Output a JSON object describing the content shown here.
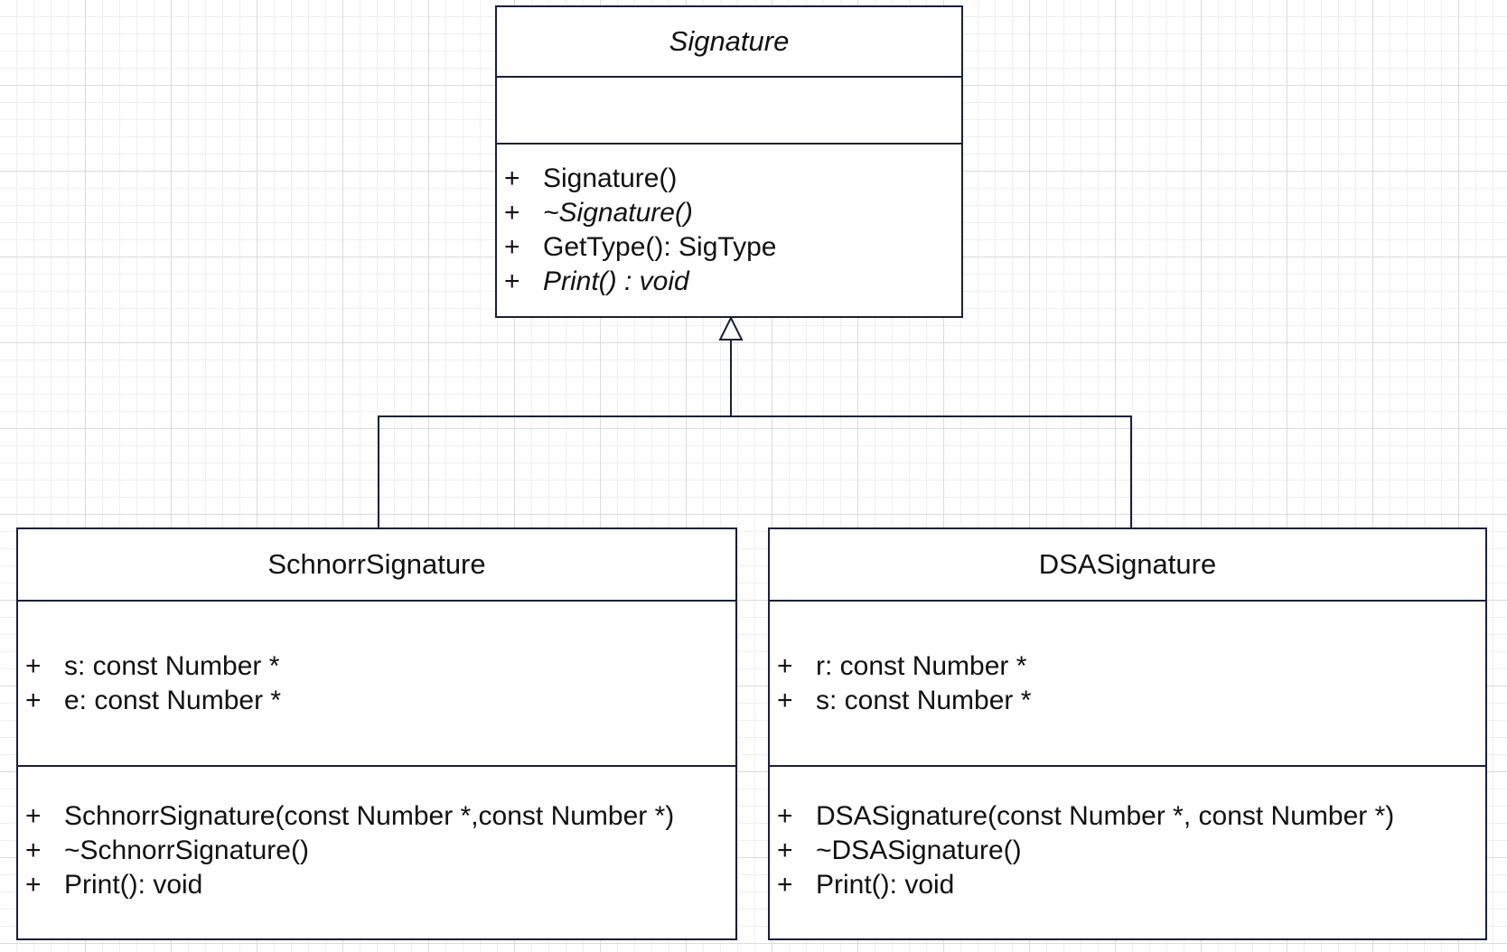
{
  "classes": {
    "signature": {
      "name": "Signature",
      "abstract": true,
      "attributes": [],
      "operations": [
        {
          "visibility": "+",
          "signature": "Signature()",
          "italic": false
        },
        {
          "visibility": "+",
          "signature": "~Signature()",
          "italic": true
        },
        {
          "visibility": "+",
          "signature": "GetType(): SigType",
          "italic": false
        },
        {
          "visibility": "+",
          "signature": "Print() : void",
          "italic": true
        }
      ]
    },
    "schnorr": {
      "name": "SchnorrSignature",
      "abstract": false,
      "attributes": [
        {
          "visibility": "+",
          "signature": "s: const Number *"
        },
        {
          "visibility": "+",
          "signature": "e: const Number *"
        }
      ],
      "operations": [
        {
          "visibility": "+",
          "signature": "SchnorrSignature(const Number *,const Number *)"
        },
        {
          "visibility": "+",
          "signature": "~SchnorrSignature()"
        },
        {
          "visibility": "+",
          "signature": "Print(): void"
        }
      ]
    },
    "dsa": {
      "name": "DSASignature",
      "abstract": false,
      "attributes": [
        {
          "visibility": "+",
          "signature": "r: const Number *"
        },
        {
          "visibility": "+",
          "signature": "s: const Number *"
        }
      ],
      "operations": [
        {
          "visibility": "+",
          "signature": "DSASignature(const Number *, const Number *)"
        },
        {
          "visibility": "+",
          "signature": "~DSASignature()"
        },
        {
          "visibility": "+",
          "signature": "Print(): void"
        }
      ]
    }
  },
  "relationships": [
    {
      "type": "generalization",
      "from": "SchnorrSignature",
      "to": "Signature"
    },
    {
      "type": "generalization",
      "from": "DSASignature",
      "to": "Signature"
    }
  ],
  "colors": {
    "stroke": "#1a1f3c",
    "text": "#111111",
    "grid_major": "#dcdcdc",
    "grid_minor": "#efefef"
  }
}
